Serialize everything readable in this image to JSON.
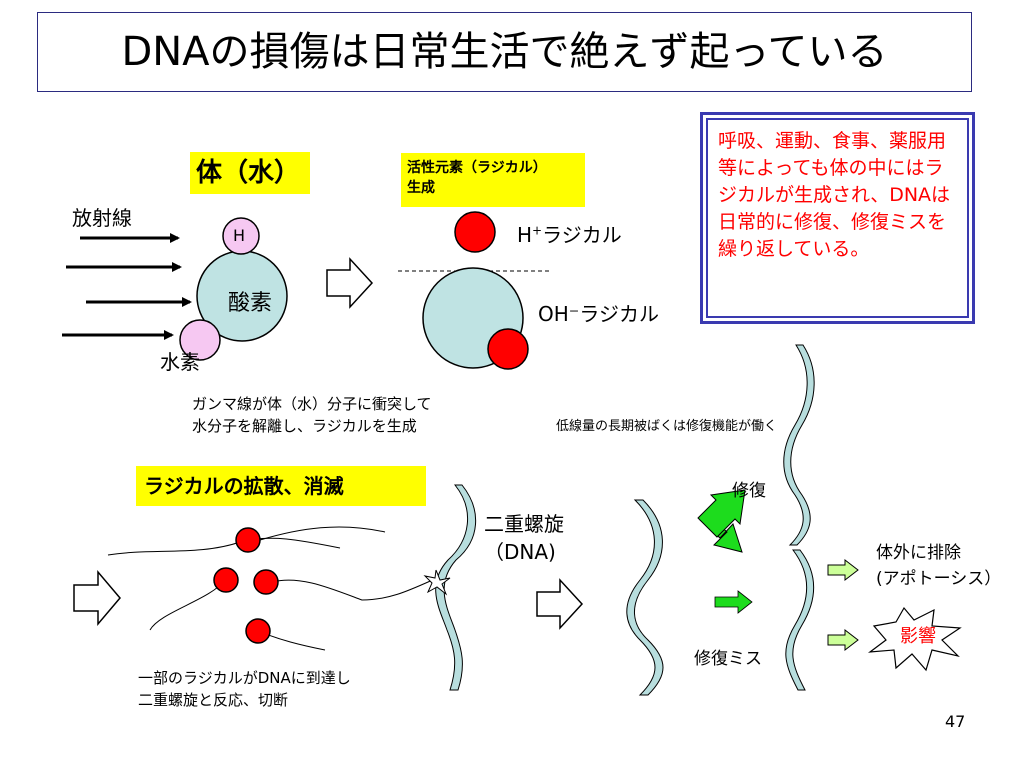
{
  "title": "DNAの損傷は日常生活で絶えず起っている",
  "labels": {
    "body_water": "体（水）",
    "active_oxygen_line1": "活性元素（ラジカル）",
    "active_oxygen_line2": "生成",
    "radiation": "放射線",
    "hydrogen_symbol": "H",
    "oxygen": "酸素",
    "hydrogen": "水素",
    "h_radical_base": "H",
    "h_radical_sup": "+",
    "h_radical_suffix": "ラジカル",
    "oh_radical": "OH⁻ラジカル",
    "gamma_line1": "ガンマ線が体（水）分子に衝突して",
    "gamma_line2": "水分子を解離し、ラジカルを生成",
    "low_dose_note": "低線量の長期被ばくは修復機能が働く",
    "radical_diffusion": "ラジカルの拡散、消滅",
    "double_helix_line1": "二重螺旋",
    "double_helix_line2": "（DNA)",
    "repair": "修復",
    "repair_miss": "修復ミス",
    "excretion_line1": "体外に排除",
    "excretion_line2": "(アポトーシス）",
    "influence": "影響",
    "reach_line1": "一部のラジカルがDNAに到達し",
    "reach_line2": "二重螺旋と反応、切断",
    "page_number": "47"
  },
  "note": "呼吸、運動、食事、薬服用等によっても体の中にはラジカルが生成され、DNAは日常的に修復、修復ミスを繰り返している。",
  "colors": {
    "yellow": "#ffff00",
    "oxygen_fill": "#bfe3e3",
    "hydrogen_fill": "#f6c8f2",
    "radical_red": "#ff0000",
    "note_text": "#ff0000",
    "note_border": "#3a3ab0",
    "repair_arrow_green": "#1ddc1d",
    "light_green_arrow": "#ccff99",
    "dna_fill": "#b8dede"
  }
}
